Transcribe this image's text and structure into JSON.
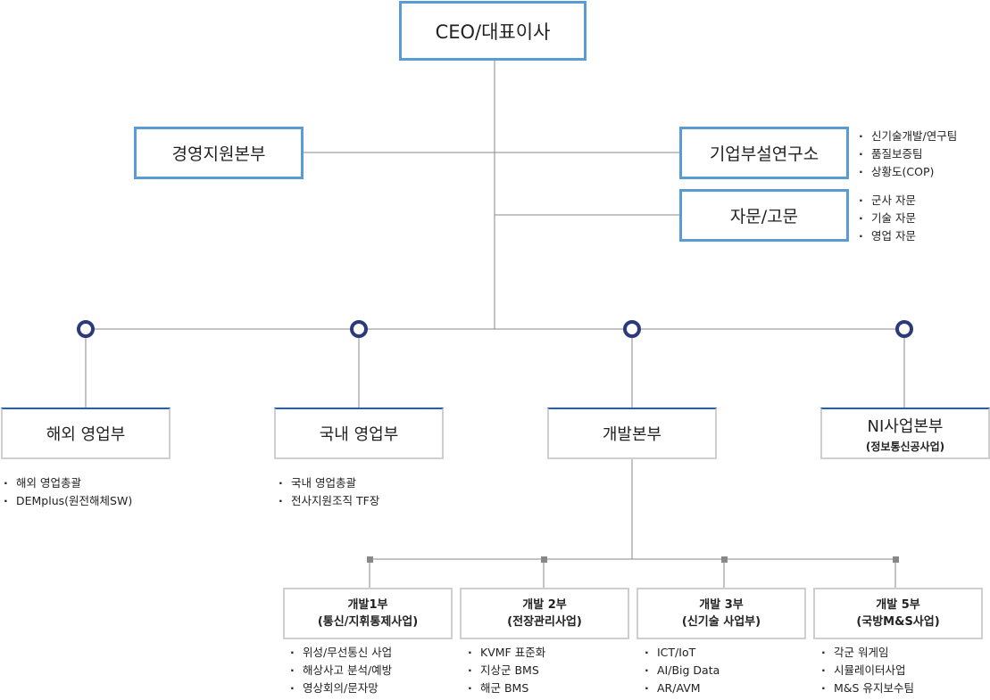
{
  "ceo": {
    "label": "CEO/대표이사"
  },
  "management": {
    "label": "경영지원본부"
  },
  "rnd": {
    "label": "기업부설연구소",
    "items": [
      "신기술개발/연구팀",
      "품질보증팀",
      "상황도(COP)"
    ]
  },
  "advisory": {
    "label": "자문/고문",
    "items": [
      "군사 자문",
      "기술 자문",
      "영업 자문"
    ]
  },
  "departments": [
    {
      "label": "해외 영업부",
      "sub": "",
      "items": [
        "해외 영업총괄",
        "DEMplus(원전해체SW)"
      ]
    },
    {
      "label": "국내 영업부",
      "sub": "",
      "items": [
        "국내 영업총괄",
        "전사지원조직 TF장"
      ]
    },
    {
      "label": "개발본부",
      "sub": "",
      "items": []
    },
    {
      "label": "NI사업본부",
      "sub": "(정보통신공사업)",
      "items": []
    }
  ],
  "teams": [
    {
      "label": "개발1부",
      "sub": "(통신/지휘통제사업)",
      "items": [
        "위성/무선통신 사업",
        "해상사고 분석/예방",
        "영상회의/문자망"
      ]
    },
    {
      "label": "개발 2부",
      "sub": "(전장관리사업)",
      "items": [
        "KVMF 표준화",
        "지상군 BMS",
        "해군 BMS"
      ]
    },
    {
      "label": "개발 3부",
      "sub": "(신기술 사업부)",
      "items": [
        "ICT/IoT",
        "AI/Big Data",
        "AR/AVM"
      ]
    },
    {
      "label": "개발 5부",
      "sub": "(국방M&S사업)",
      "items": [
        "각군 워게임",
        "시뮬레이터사업",
        "M&S 유지보수팀"
      ]
    }
  ]
}
